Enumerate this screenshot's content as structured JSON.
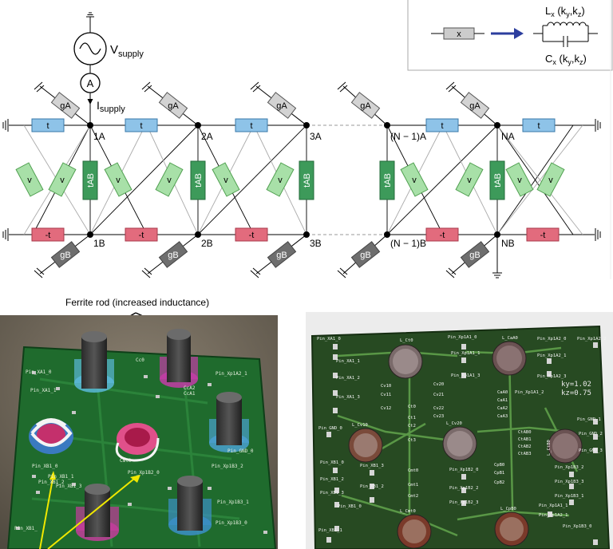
{
  "legend": {
    "box_label": "x",
    "inductor_label": "L",
    "inductor_sub": "x",
    "inductor_args": " (k",
    "capacitor_label": "C",
    "capacitor_sub": "x",
    "arg_y": "y",
    "arg_comma": ",k",
    "arg_z": "z",
    "arg_close": ")"
  },
  "source": {
    "v_label": "V",
    "v_sub": "supply",
    "ammeter": "A",
    "i_label": "I",
    "i_sub": "supply"
  },
  "components": {
    "ga": "gA",
    "gb": "gB",
    "t": "t",
    "neg_t": "-t",
    "v": "v",
    "tab": "tAB"
  },
  "nodes": {
    "a": [
      "1A",
      "2A",
      "3A",
      "(N − 1)A",
      "NA"
    ],
    "b": [
      "1B",
      "2B",
      "3B",
      "(N − 1)B",
      "NB"
    ]
  },
  "caption": "Ferrite rod (increased inductance)",
  "board_left_labels": [
    "Pin_XA1_0",
    "Pin_XA1_1",
    "Cc0",
    "CcA2",
    "CcA1",
    "Pin_Xp1A2_1",
    "Pin_XB1_0",
    "Pin_XB1_1",
    "Pin_XB1_2",
    "Pin_XB1_3",
    "Pin_Xp1B2_0",
    "Pin_Xp1B3_2",
    "Pin_Xp1B3_0",
    "Pin_Xp1B3_1",
    "Cmt0",
    "Pin_GND_0",
    "Pin_XB1_"
  ],
  "board_right_labels": {
    "pins_left": [
      "Pin_XA1_0",
      "Pin_XA1_1",
      "Pin_XA1_2",
      "Pin_XA1_3",
      "Pin_GND_0",
      "Pin_XB1_0",
      "Pin_XB1_2",
      "Pin_XB1_3",
      "Pin_XB1_0",
      "Pin_XB1_1"
    ],
    "pins_mid": [
      "Pin_Xp1A1_0",
      "Pin_Xp1A1_1",
      "Pin_Xp1A1_3",
      "Pin_XB1_3",
      "Pin_XB1_2",
      "Pin_Xp1B2_0",
      "Pin_Xp1B2_2",
      "Pin_Xp1B2_3"
    ],
    "pins_right": [
      "Pin_Xp1A2_0",
      "Pin_Xp1A2_2",
      "Pin_Xp1A2_1",
      "Pin_Xp1A2_3",
      "Pin_Xp1A1_2",
      "Pin_GND_1",
      "Pin_GND_2",
      "Pin_GND_3",
      "Pin_Xp1B3_2",
      "Pin_Xp1B3_3",
      "Pin_Xp1B3_1",
      "Pin_Xp1A1_1",
      "Pin_Xp1A2_1",
      "Pin_Xp1B3_0"
    ],
    "inductors": [
      "L_Ct0",
      "L_CaA0",
      "L_Cv10",
      "L_Cv20",
      "L_CtB0",
      "L_Cmt0",
      "L_CpB0"
    ],
    "caps": [
      "Cv10",
      "Cv11",
      "Cv12",
      "Ct0",
      "Ct1",
      "Ct2",
      "Ct3",
      "Cv20",
      "Cv21",
      "Cv22",
      "Cv23",
      "CaA0",
      "CaA1",
      "CaA2",
      "CaA3",
      "CtAB0",
      "CtAB1",
      "CtAB2",
      "CtAB3",
      "Cmt0",
      "Cmt1",
      "Cmt2",
      "CpB0",
      "CpB1",
      "CpB2"
    ],
    "ky": "ky=1.02",
    "kz": "kz=0.75"
  }
}
